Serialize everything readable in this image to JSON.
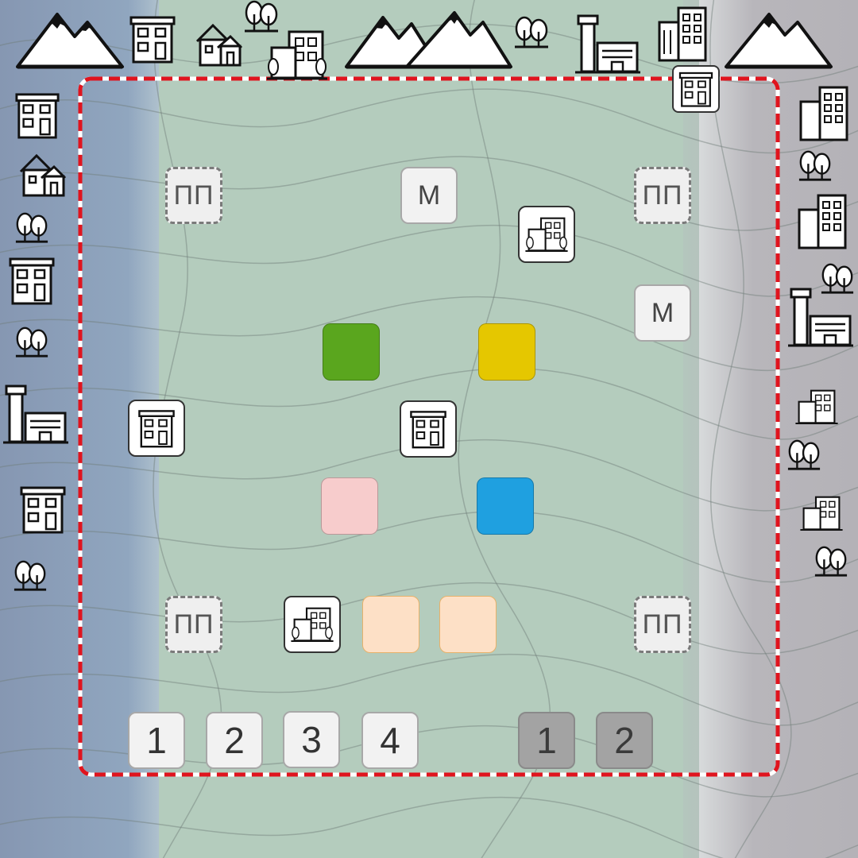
{
  "board": {
    "marker_tiles": [
      {
        "id": "m-top",
        "label": "М"
      },
      {
        "id": "m-right",
        "label": "М"
      }
    ],
    "pp_tiles": [
      {
        "id": "pp-tl",
        "label": "ПП"
      },
      {
        "id": "pp-tr",
        "label": "ПП"
      },
      {
        "id": "pp-bl",
        "label": "ПП"
      },
      {
        "id": "pp-br",
        "label": "ПП"
      }
    ],
    "color_tiles": [
      {
        "id": "green",
        "color": "#5aa61e"
      },
      {
        "id": "yellow",
        "color": "#e5c700"
      },
      {
        "id": "pink",
        "color": "#f7cccc"
      },
      {
        "id": "blue",
        "color": "#1fa0e0"
      },
      {
        "id": "peach-1",
        "color": "#fde0c6"
      },
      {
        "id": "peach-2",
        "color": "#fde0c6"
      }
    ],
    "counters_light": [
      "1",
      "2",
      "3",
      "4"
    ],
    "counters_dark": [
      "1",
      "2"
    ],
    "perimeter_color": "#e0141e"
  }
}
